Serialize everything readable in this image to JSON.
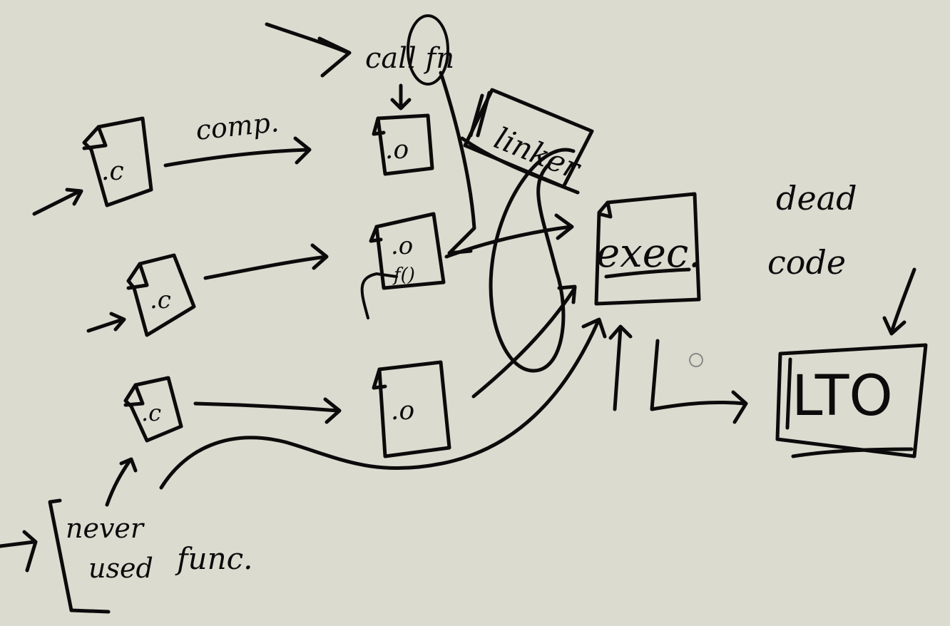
{
  "labels": {
    "call_fn": "call fn",
    "linker": "linker",
    "comp": "comp.",
    "file_c": ".c",
    "file_o": ".o",
    "f_call": "f()",
    "exec": "exec.",
    "dead_code_1": "dead",
    "dead_code_2": "code",
    "lto": "LTO",
    "never_used_1": "never",
    "never_used_2": "used",
    "func": "func."
  },
  "colors": {
    "background": "#dcdbd0",
    "ink": "#0b0b0b",
    "cursor": "#8a8a86"
  }
}
